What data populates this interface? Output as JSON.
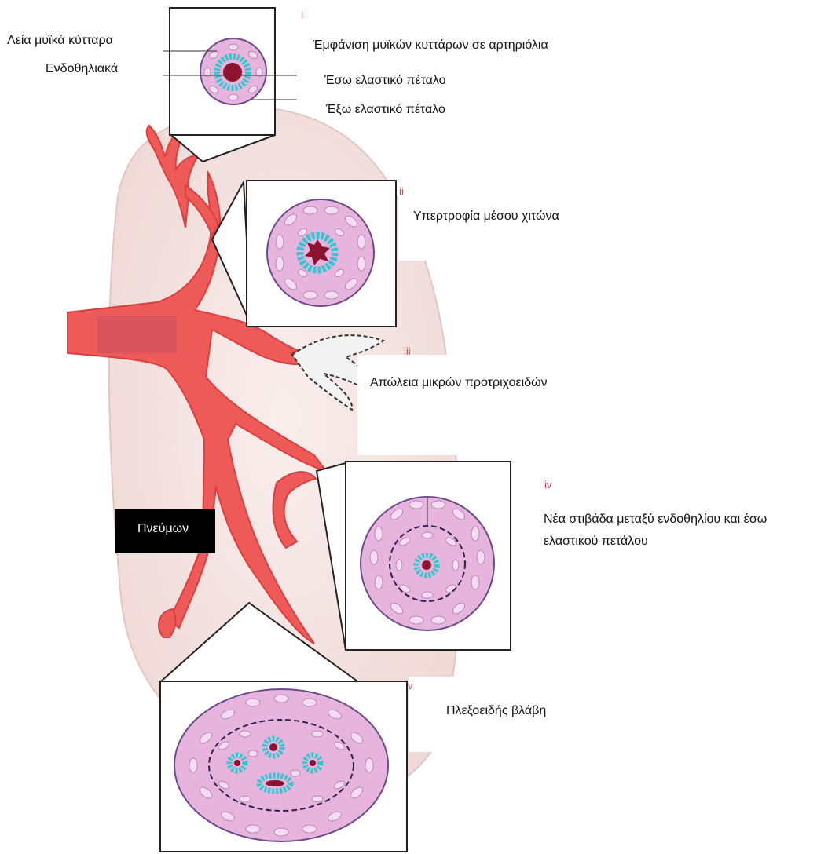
{
  "labels": {
    "smooth_muscle": "Λεία μυϊκά κύτταρα",
    "endothelial": "Ενδοθηλιακά",
    "stage_i": "Έμφάνιση μυϊκών κυττάρων σε αρτηριόλια",
    "internal_lamina": "Έσω ελαστικό πέταλο",
    "external_lamina": "Έξω ελαστικό πέταλο",
    "stage_ii": "Υπερτροφία μέσου χιτώνα",
    "stage_iii": "Απώλεια μικρών προτριχοειδών",
    "stage_iv_line1": "Νέα στιβάδα μεταξύ ενδοθηλίου και έσω",
    "stage_iv_line2": "ελαστικού πετάλου",
    "stage_v": "Πλεξοειδής  βλάβη",
    "lung": "Πνεύμων"
  },
  "numerals": {
    "i": "i",
    "ii": "ii",
    "iii": "iii",
    "iv": "iv",
    "v": "v"
  },
  "colors": {
    "lung": "#f4e4e2",
    "vessel": "#ee5a58",
    "vessel_dark": "#d9403f",
    "media": "#e7b4dd",
    "cell": "#f6dcf2",
    "cell_stroke": "#b788b4",
    "ring": "#6a4a8c",
    "endothelium": "#35c7cf",
    "lumen": "#8d1230",
    "numeral": "#c84848"
  }
}
